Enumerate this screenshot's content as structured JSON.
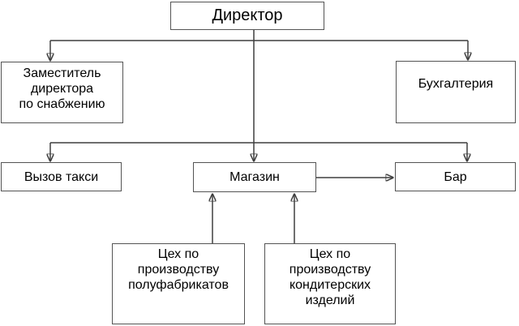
{
  "diagram": {
    "type": "org-chart",
    "nodes": {
      "director": {
        "label": "Директор"
      },
      "deputy": {
        "label": "Заместитель\nдиректора\nпо снабжению"
      },
      "accounting": {
        "label": "Бухгалтерия"
      },
      "taxi": {
        "label": "Вызов такси"
      },
      "shop": {
        "label": "Магазин"
      },
      "bar": {
        "label": "Бар"
      },
      "workshop1": {
        "label": "Цех по\nпроизводству\nполуфабрикатов"
      },
      "workshop2": {
        "label": "Цех по\nпроизводству\nкондитерских\nизделий"
      }
    },
    "edges": [
      {
        "from": "director",
        "to": "deputy",
        "style": "arrow"
      },
      {
        "from": "director",
        "to": "accounting",
        "style": "arrow"
      },
      {
        "from": "director",
        "to": "shop",
        "style": "arrow"
      },
      {
        "from": "director",
        "to": "taxi",
        "style": "arrow"
      },
      {
        "from": "director",
        "to": "bar",
        "style": "arrow"
      },
      {
        "from": "shop",
        "to": "bar",
        "style": "arrow"
      },
      {
        "from": "workshop1",
        "to": "shop",
        "style": "arrow"
      },
      {
        "from": "workshop2",
        "to": "shop",
        "style": "arrow"
      }
    ],
    "colors": {
      "background": "#ffffff",
      "box_fill": "#ffffff",
      "box_border": "#545454",
      "line": "#3f3f3f",
      "arrowhead": "#1a1a1a",
      "text": "#000000"
    }
  }
}
